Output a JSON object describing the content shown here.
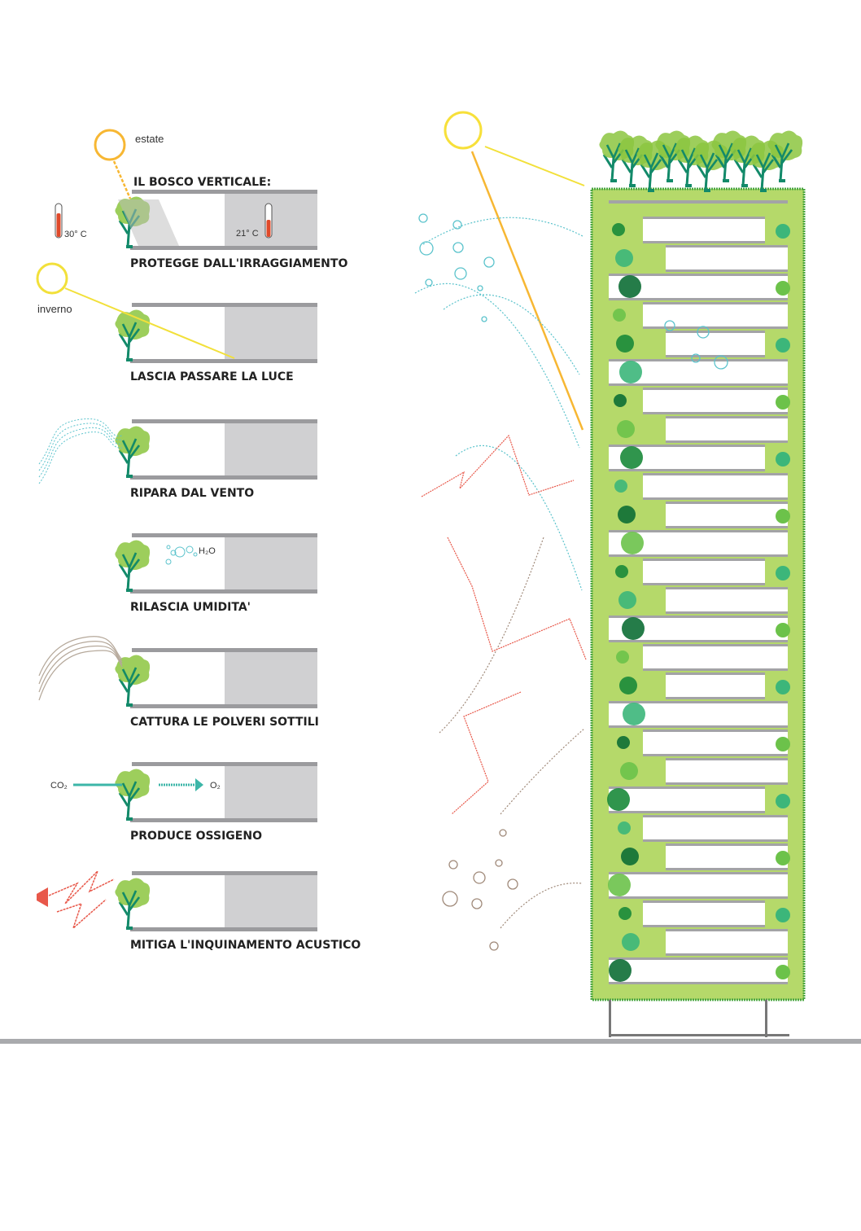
{
  "title": "IL BOSCO VERTICALE:",
  "season_summer": "estate",
  "season_winter": "inverno",
  "temp_outside": "30° C",
  "temp_inside": "21° C",
  "h2o_label": "H₂O",
  "co2_label": "CO₂",
  "o2_label": "O₂",
  "functions": [
    {
      "label": "PROTEGGE DALL'IRRAGGIAMENTO"
    },
    {
      "label": "LASCIA PASSARE LA LUCE"
    },
    {
      "label": "RIPARA  DAL VENTO"
    },
    {
      "label": "RILASCIA UMIDITA'"
    },
    {
      "label": "CATTURA LE POLVERI SOTTILI"
    },
    {
      "label": "PRODUCE OSSIGENO"
    },
    {
      "label": "MITIGA L'INQUINAMENTO ACUSTICO"
    }
  ],
  "colors": {
    "sun_summer": "#f7b733",
    "sun_winter": "#f2e03a",
    "foliage": "#8cc63f",
    "trunk": "#138a6a",
    "facade_green": "#b5d96a",
    "slab": "#a3a3a6",
    "room_grey": "#d0d0d2",
    "humidity": "#5bc3cc",
    "noise": "#e8584a",
    "dust": "#a08a7a",
    "ground": "#a9aaad"
  }
}
